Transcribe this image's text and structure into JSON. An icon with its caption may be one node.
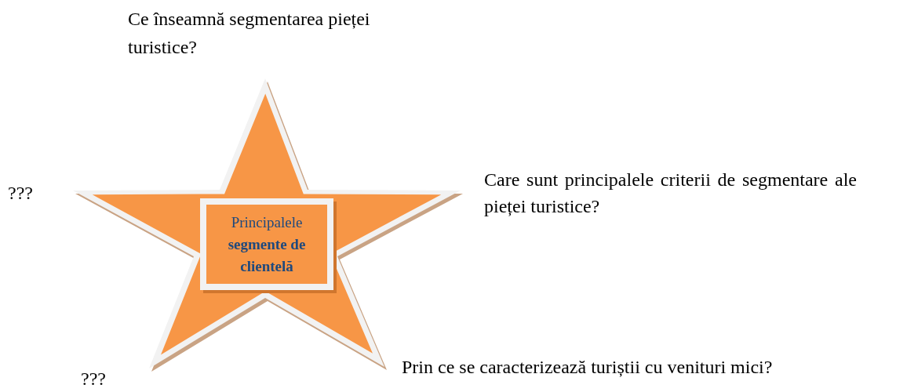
{
  "diagram": {
    "nodes": [
      {
        "text": [],
        "shape": "star"
      },
      {
        "text": [
          "Principalele **segmente de clientelă**"
        ],
        "in": 0
      }
    ],
    "edges": [],
    "labels": [
      "Ce înseamnă segmentarea pieței turistice?",
      "???",
      "Care sunt principalele criterii de segmentare ale pieței turistice?",
      "???",
      "Prin ce se caracterizează turiștii cu venituri mici?"
    ]
  }
}
